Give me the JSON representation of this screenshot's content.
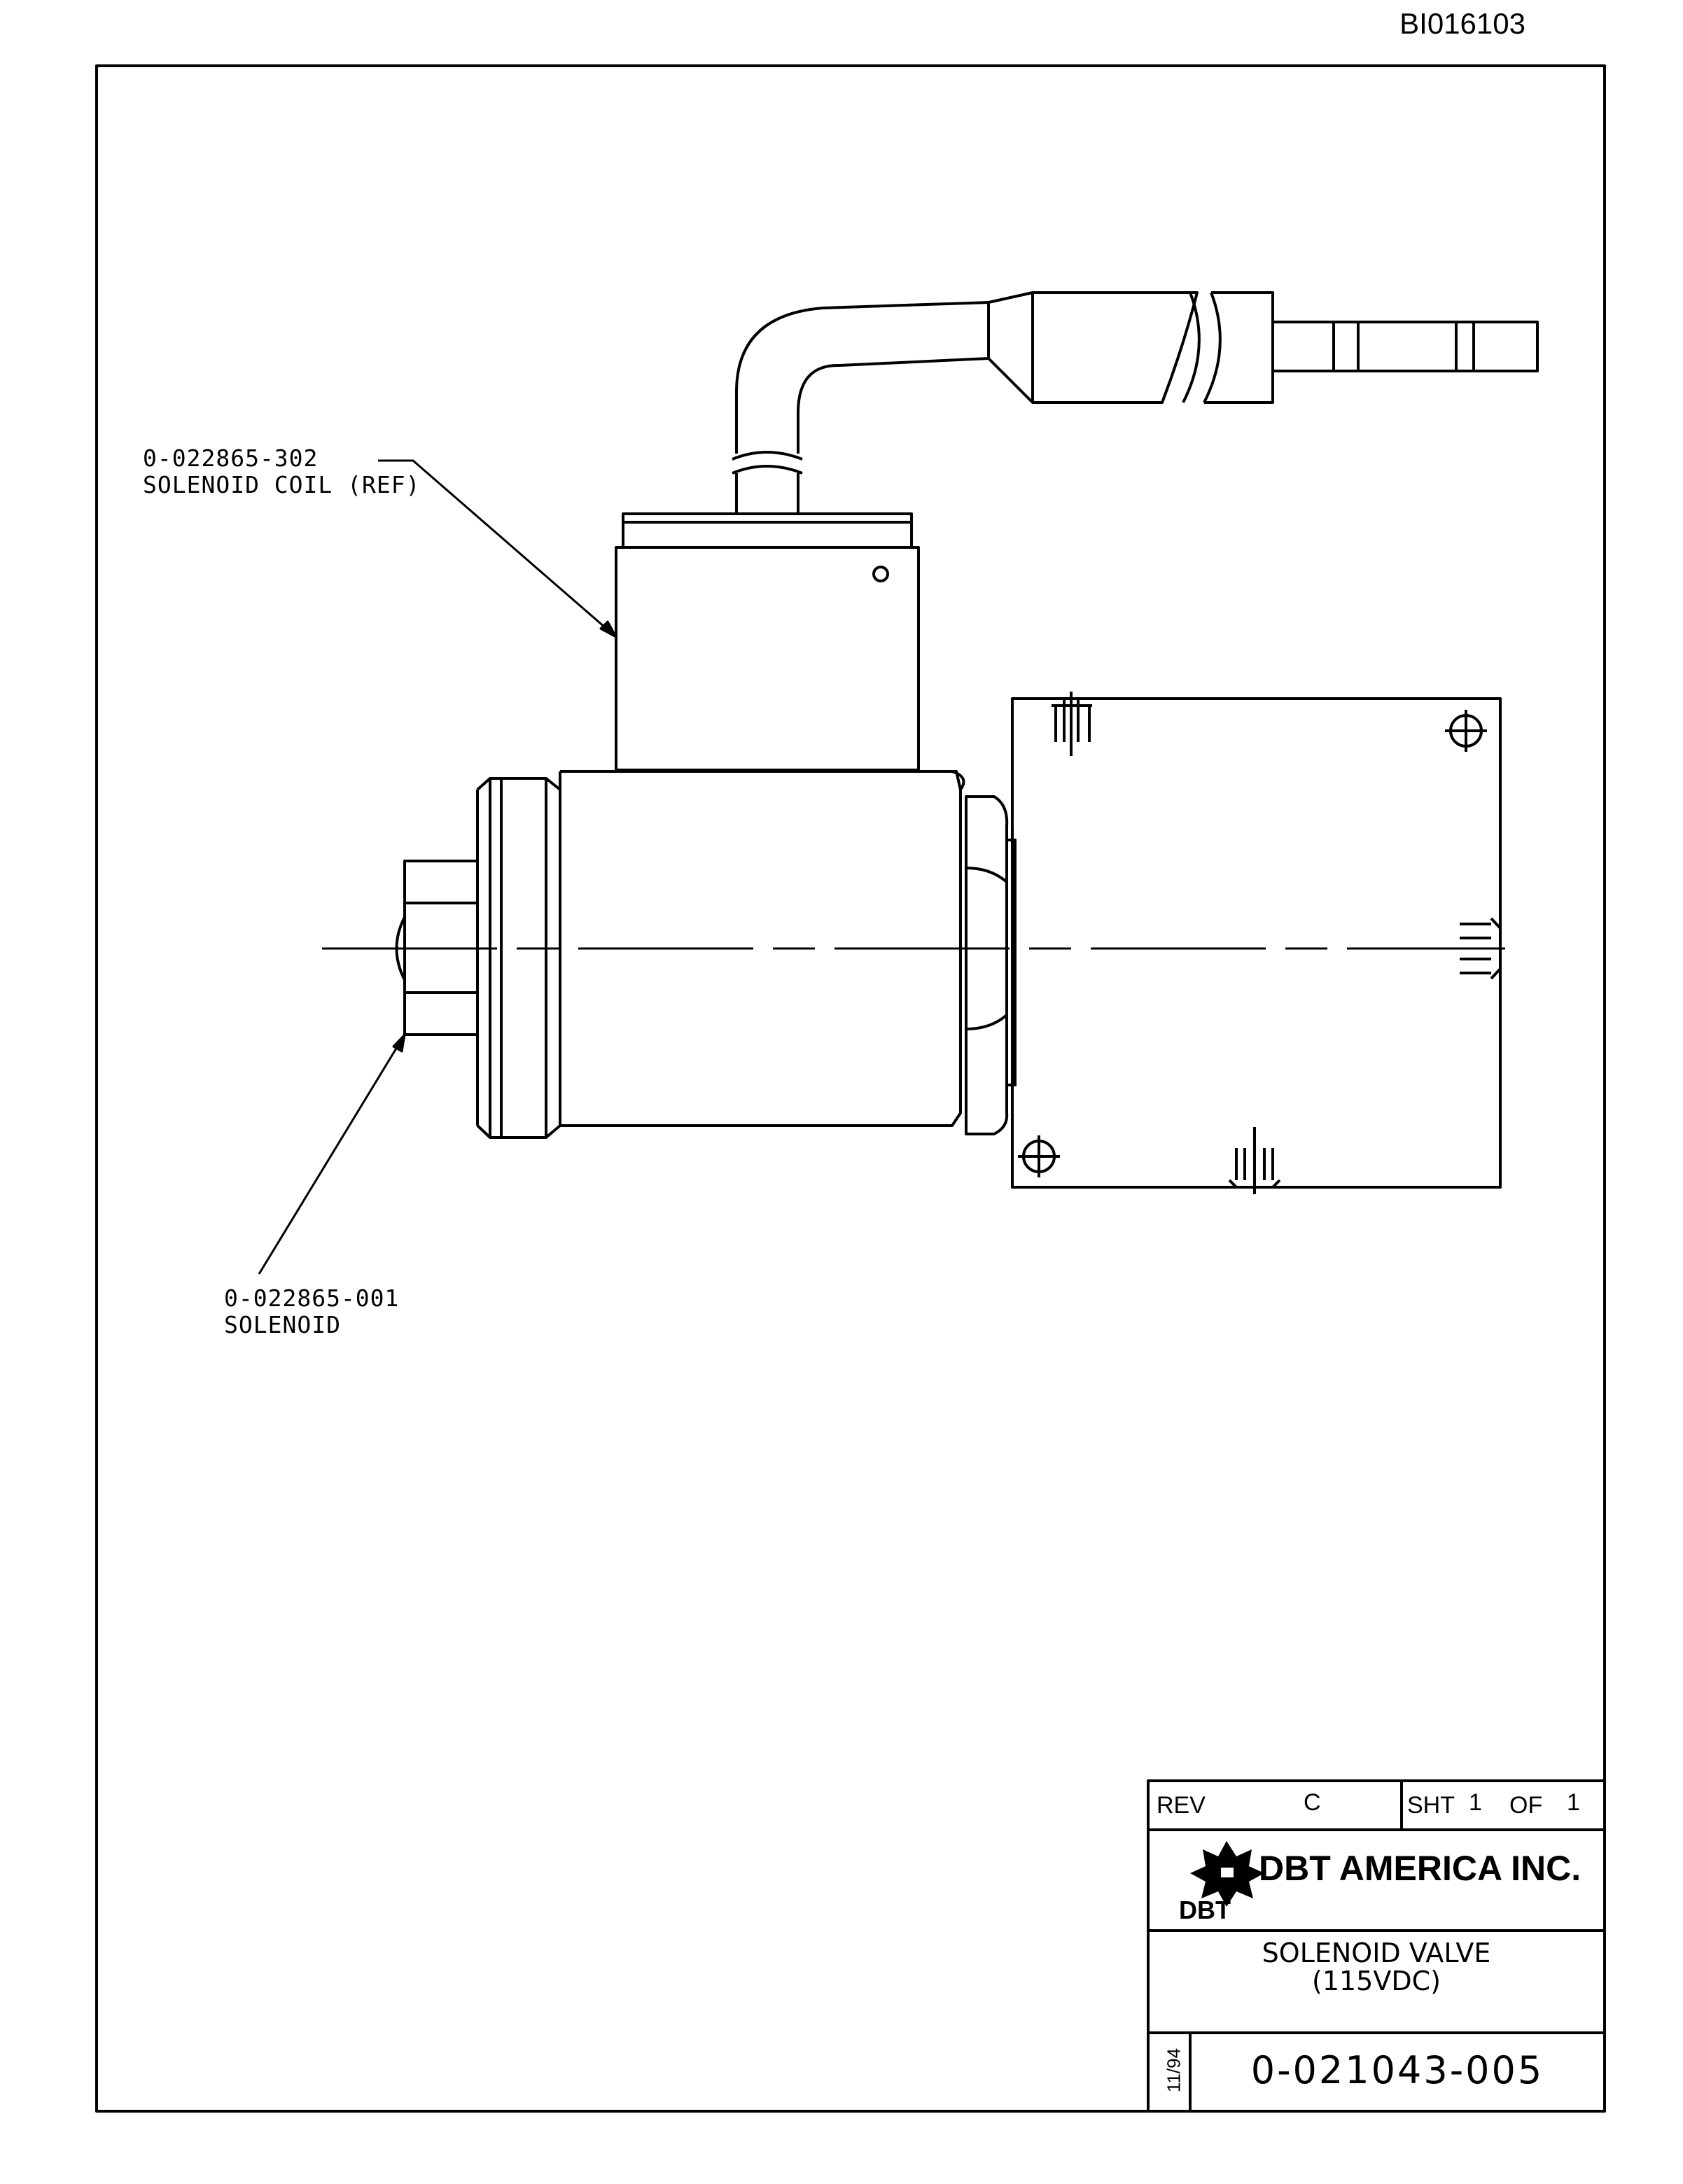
{
  "header": {
    "doc_id": "BI016103"
  },
  "callouts": {
    "coil": {
      "part": "0-022865-302",
      "desc": "SOLENOID COIL (REF)"
    },
    "solenoid": {
      "part": "0-022865-001",
      "desc": "SOLENOID"
    }
  },
  "title_block": {
    "rev_label": "REV",
    "rev_value": "C",
    "sheet_label": "SHT",
    "sheet_num": "1",
    "of_label": "OF",
    "sheet_total": "1",
    "company": "DBT AMERICA INC.",
    "logo_text": "DBT",
    "title_line1": "SOLENOID VALVE",
    "title_line2": "(115VDC)",
    "date": "11/94",
    "drawing_number": "0-021043-005"
  },
  "colors": {
    "ink": "#000000",
    "paper": "#ffffff"
  }
}
